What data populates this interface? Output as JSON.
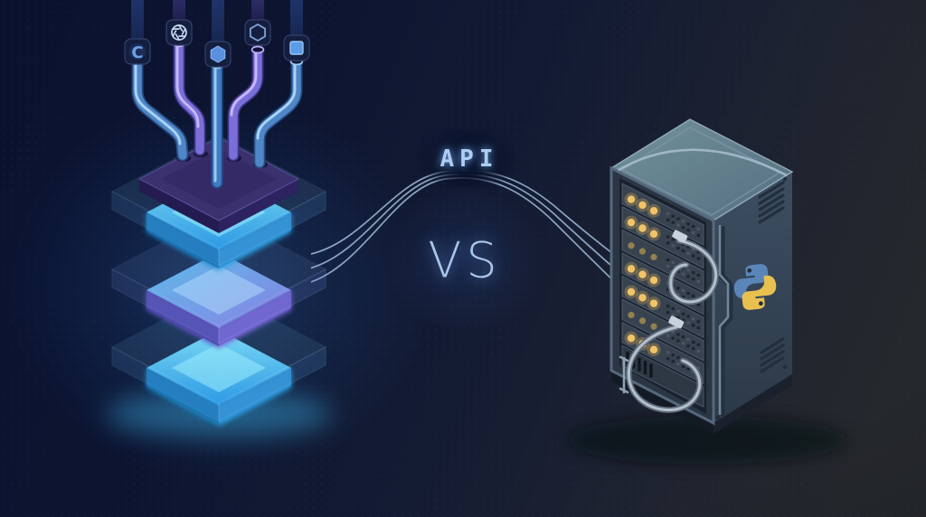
{
  "scene": {
    "description": "Isometric illustration comparing hosted LLM APIs (glowing glass model stack) versus a self-hosted Python server rack",
    "left_figure": "glass-model-stack",
    "right_figure": "python-server-tower"
  },
  "labels": {
    "api": "API",
    "vs": "VS"
  },
  "provider_chips": [
    {
      "name": "c-chip",
      "icon": "letter-c-icon",
      "glyph": "C"
    },
    {
      "name": "openai-chip",
      "icon": "openai-logo-icon"
    },
    {
      "name": "hexagon-chip",
      "icon": "hexagon-filled-icon"
    },
    {
      "name": "hexagon-outline-chip",
      "icon": "hexagon-outline-icon"
    },
    {
      "name": "square-chip",
      "icon": "square-filled-icon"
    }
  ],
  "left_figure": {
    "glass_layers": 3,
    "input_pipes": 5,
    "top_plate": "dark-purple-chip-plate"
  },
  "connection": {
    "wire_count": 3
  },
  "right_figure": {
    "logo": "python-logo-icon",
    "rack_units": 8,
    "leds_per_unit": 3,
    "led_pattern": [
      "bright",
      "bright",
      "dim",
      "bright",
      "bright",
      "dim",
      "bright",
      "psu"
    ],
    "front_cables": 2,
    "vent_groups": 2
  },
  "colors": {
    "background_left": "#0a1230",
    "background_right": "#26292c",
    "glass_edge": "#9fd8f5",
    "slab_glow_cyan": "#46c6f5",
    "slab_purple": "#8d7ee8",
    "plate_purple": "#3a316e",
    "pipe_blue": "#4f86c8",
    "pipe_purple": "#7a6fd8",
    "wire": "#93adc9",
    "api_text": "#aecdf2",
    "vs_text": "#a9c6e9",
    "server_top": "#647f9a",
    "server_side": "#36465a",
    "led_amber": "#f0c468",
    "python_blue": "#5a85b8",
    "python_yellow": "#e8c050"
  }
}
